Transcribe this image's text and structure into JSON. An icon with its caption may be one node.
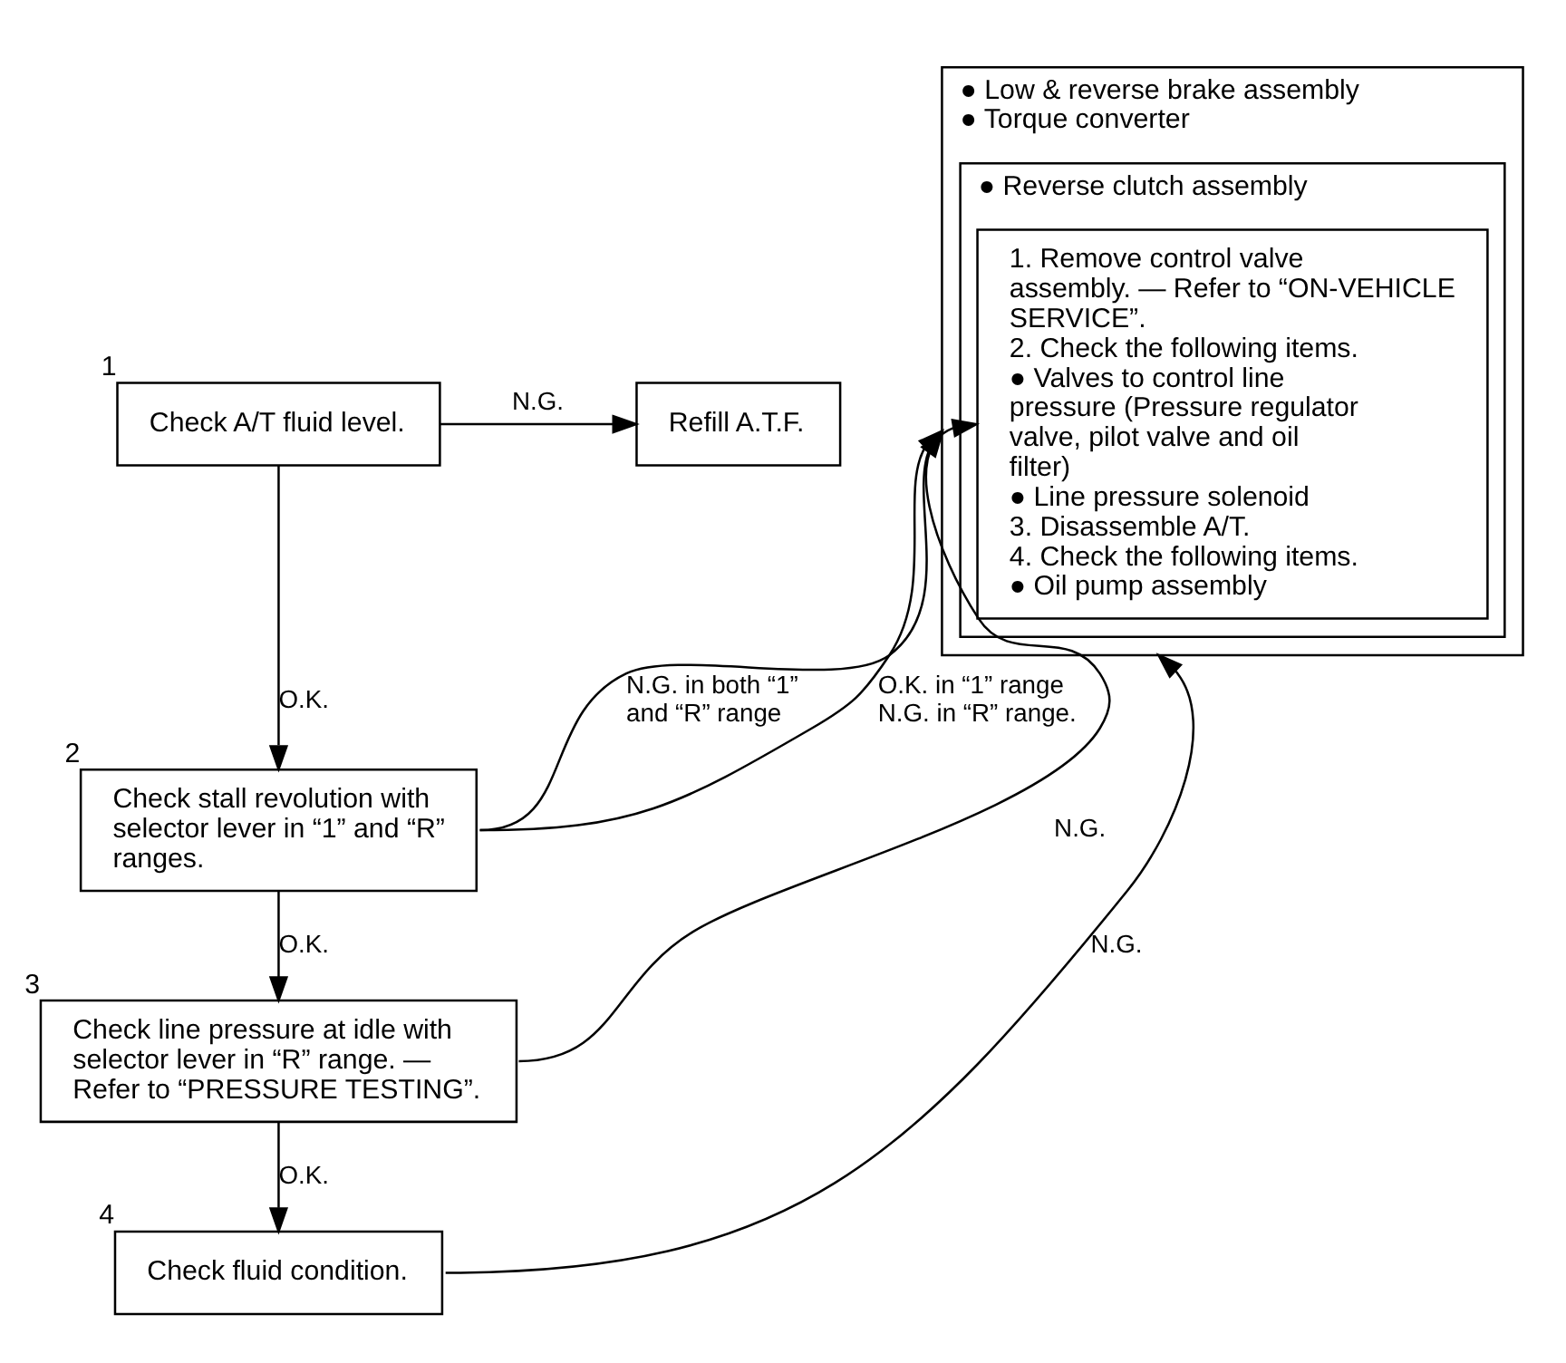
{
  "diagram": {
    "nodes": [
      {
        "text": [
          "Check A/T fluid level."
        ],
        "beside": [
          "1"
        ]
      },
      {
        "text": [
          "Refill A.T.F."
        ]
      },
      {
        "text": [
          "Check stall revolution with selector lever in “1” and “R” ranges."
        ],
        "beside": [
          "2"
        ]
      },
      {
        "text": [
          "Check line pressure at idle with selector lever in “R” range. — Refer to “PRESSURE TESTING”."
        ],
        "beside": [
          "3"
        ]
      },
      {
        "text": [
          "Check fluid condition."
        ],
        "beside": [
          "4"
        ]
      },
      {
        "text": [
          "● Low & reverse brake assembly",
          "● Torque converter"
        ]
      },
      {
        "text": [
          "● Reverse clutch assembly"
        ],
        "in": 5
      },
      {
        "text": [
          "1. Remove control valve assembly. — Refer to “ON-VEHICLE SERVICE”.",
          "2. Check the following items.",
          "● Valves to control line pressure (Pressure regulator valve, pilot valve and oil filter)",
          "● Line pressure solenoid",
          "3. Disassemble A/T.",
          "4. Check the following items.",
          "● Oil pump assembly"
        ],
        "in": 6
      }
    ],
    "edges": [
      {
        "from": 0,
        "to": 1,
        "arrow": "to",
        "label": "N.G."
      },
      {
        "from": 0,
        "to": 2,
        "arrow": "to",
        "label": "O.K."
      },
      {
        "from": 2,
        "to": 5,
        "arrow": "to",
        "label": "N.G. in both “1” and “R” range"
      },
      {
        "from": 2,
        "to": 3,
        "arrow": "to",
        "label": "O.K."
      },
      {
        "from": 2,
        "to": 5,
        "arrow": "to",
        "label": "O.K. in “1” range N.G. in “R” range."
      },
      {
        "from": 3,
        "to": 7,
        "arrow": "to",
        "label": "N.G."
      },
      {
        "from": 3,
        "to": 4,
        "arrow": "to",
        "label": "O.K."
      },
      {
        "from": 4,
        "to": 5,
        "arrow": "to",
        "label": "N.G."
      }
    ]
  }
}
